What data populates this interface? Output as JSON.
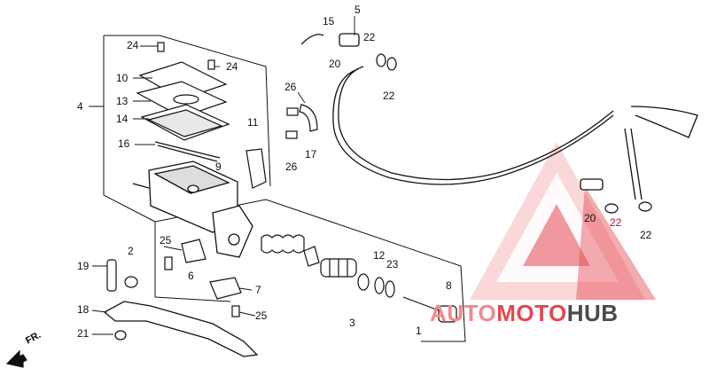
{
  "labels": {
    "n1": "1",
    "n2": "2",
    "n3": "3",
    "n4": "4",
    "n5": "5",
    "n6": "6",
    "n7": "7",
    "n8": "8",
    "n9": "9",
    "n10": "10",
    "n11": "11",
    "n12": "12",
    "n13": "13",
    "n14": "14",
    "n15": "15",
    "n16": "16",
    "n17": "17",
    "n18": "18",
    "n19": "19",
    "n20": "20",
    "n21": "21",
    "n22": "22",
    "n23": "23",
    "n24": "24",
    "n25": "25",
    "n26": "26"
  },
  "watermark": {
    "part1": "AUTO",
    "part2": "MOTO",
    "part3": "HUB"
  },
  "direction": {
    "label": "FR."
  },
  "colors": {
    "line": "#111111",
    "watermark_red": "#e4474f",
    "watermark_light": "#f08a8f",
    "watermark_grey": "#4a4a4a"
  }
}
